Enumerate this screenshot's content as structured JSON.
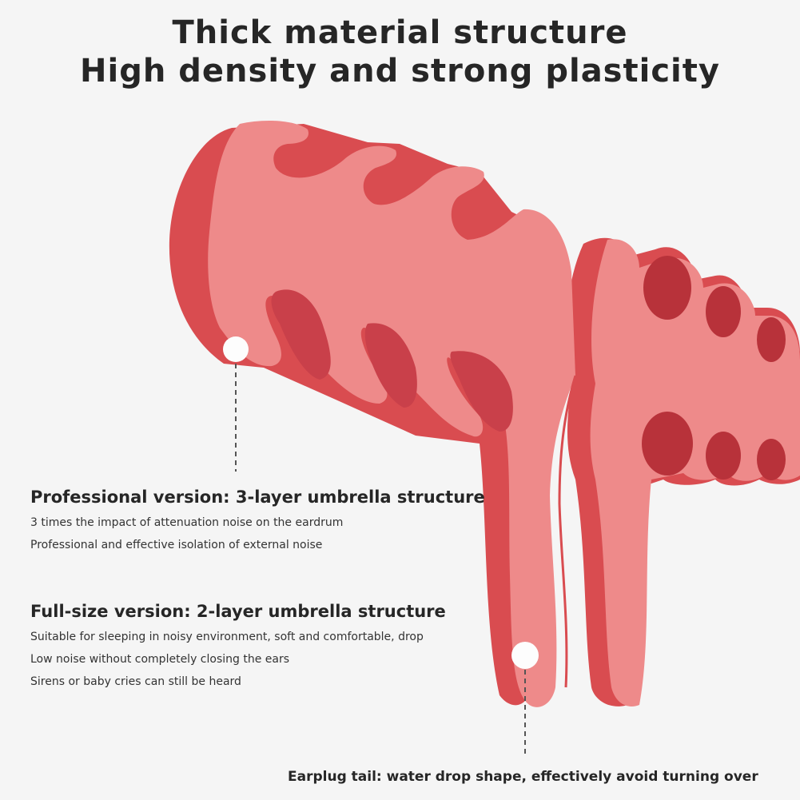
{
  "heading": {
    "line1": "Thick material structure",
    "line2": "High density and strong plasticity"
  },
  "colors": {
    "earplug_face": "#ee8a8a",
    "earplug_side": "#d94c50",
    "earplug_shadow": "#b8323a",
    "background": "#f5f5f5"
  },
  "professional": {
    "title": "Professional version: 3-layer umbrella structure",
    "lines": [
      "3 times the impact of attenuation noise on the eardrum",
      "Professional and effective isolation of external noise"
    ]
  },
  "fullsize": {
    "title": "Full-size version: 2-layer umbrella structure",
    "lines": [
      "Suitable for sleeping in noisy environment, soft and comfortable, drop",
      "Low noise without completely closing the ears",
      "Sirens or baby cries can still be heard"
    ]
  },
  "tail": {
    "label": "Earplug tail: water drop shape, effectively avoid turning over"
  }
}
